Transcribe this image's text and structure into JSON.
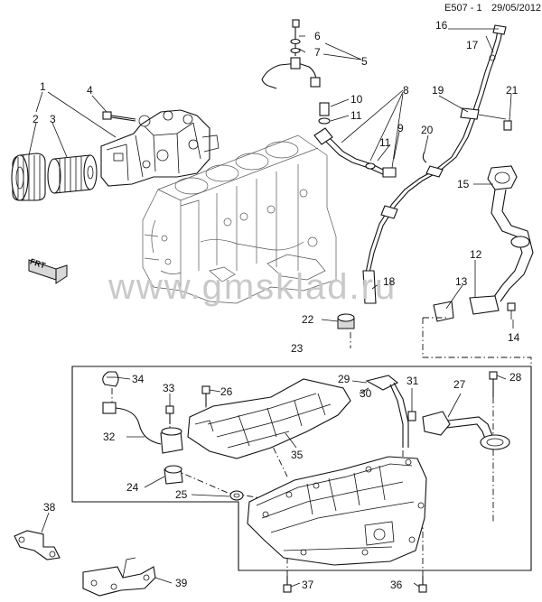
{
  "header": {
    "code": "E507 - 1",
    "date": "29/05/2012"
  },
  "watermark": "www.gmsklad.ru",
  "front_marker": "FRT",
  "callouts": [
    {
      "id": "c1",
      "text": "1"
    },
    {
      "id": "c2",
      "text": "2"
    },
    {
      "id": "c3",
      "text": "3"
    },
    {
      "id": "c4",
      "text": "4"
    },
    {
      "id": "c5",
      "text": "5"
    },
    {
      "id": "c6",
      "text": "6"
    },
    {
      "id": "c7",
      "text": "7"
    },
    {
      "id": "c8",
      "text": "8"
    },
    {
      "id": "c9",
      "text": "9"
    },
    {
      "id": "c10",
      "text": "10"
    },
    {
      "id": "c11a",
      "text": "11"
    },
    {
      "id": "c11b",
      "text": "11"
    },
    {
      "id": "c12",
      "text": "12"
    },
    {
      "id": "c13",
      "text": "13"
    },
    {
      "id": "c14",
      "text": "14"
    },
    {
      "id": "c15",
      "text": "15"
    },
    {
      "id": "c16",
      "text": "16"
    },
    {
      "id": "c17",
      "text": "17"
    },
    {
      "id": "c18",
      "text": "18"
    },
    {
      "id": "c19",
      "text": "19"
    },
    {
      "id": "c20",
      "text": "20"
    },
    {
      "id": "c21",
      "text": "21"
    },
    {
      "id": "c22",
      "text": "22"
    },
    {
      "id": "c23",
      "text": "23"
    },
    {
      "id": "c24",
      "text": "24"
    },
    {
      "id": "c25",
      "text": "25"
    },
    {
      "id": "c26",
      "text": "26"
    },
    {
      "id": "c27",
      "text": "27"
    },
    {
      "id": "c28",
      "text": "28"
    },
    {
      "id": "c29",
      "text": "29"
    },
    {
      "id": "c30",
      "text": "30"
    },
    {
      "id": "c31",
      "text": "31"
    },
    {
      "id": "c32",
      "text": "32"
    },
    {
      "id": "c33",
      "text": "33"
    },
    {
      "id": "c34",
      "text": "34"
    },
    {
      "id": "c35",
      "text": "35"
    },
    {
      "id": "c36",
      "text": "36"
    },
    {
      "id": "c37",
      "text": "37"
    },
    {
      "id": "c38",
      "text": "38"
    },
    {
      "id": "c39",
      "text": "39"
    }
  ]
}
